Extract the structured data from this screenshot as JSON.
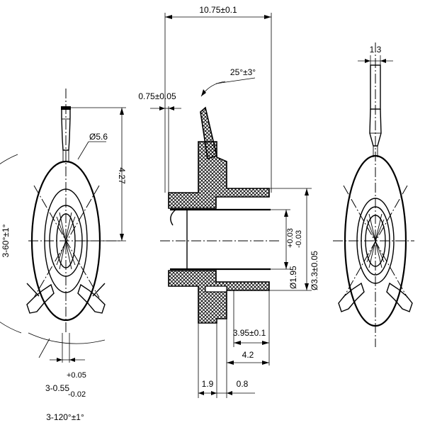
{
  "dimensions": {
    "overall_length": "10.75±0.1",
    "flange_thickness": "0.75±0.05",
    "angle": "25°±3°",
    "hole_diameter": "Ø5.6",
    "height": "4.27",
    "tab_width": "1.3",
    "bore_diameter_base": "Ø1.95",
    "bore_tol_upper": "+0.03",
    "bore_tol_lower": "-0.03",
    "outer_diameter": "Ø3.3±0.05",
    "tube_length": "3.95±0.1",
    "length_4_2": "4.2",
    "width_1_9": "1.9",
    "width_0_8": "0.8",
    "angle_60": "3-60°±1°",
    "angle_120": "3-120°±1°",
    "slot_base": "3-0.55",
    "slot_tol_upper": "+0.05",
    "slot_tol_lower": "-0.02"
  }
}
